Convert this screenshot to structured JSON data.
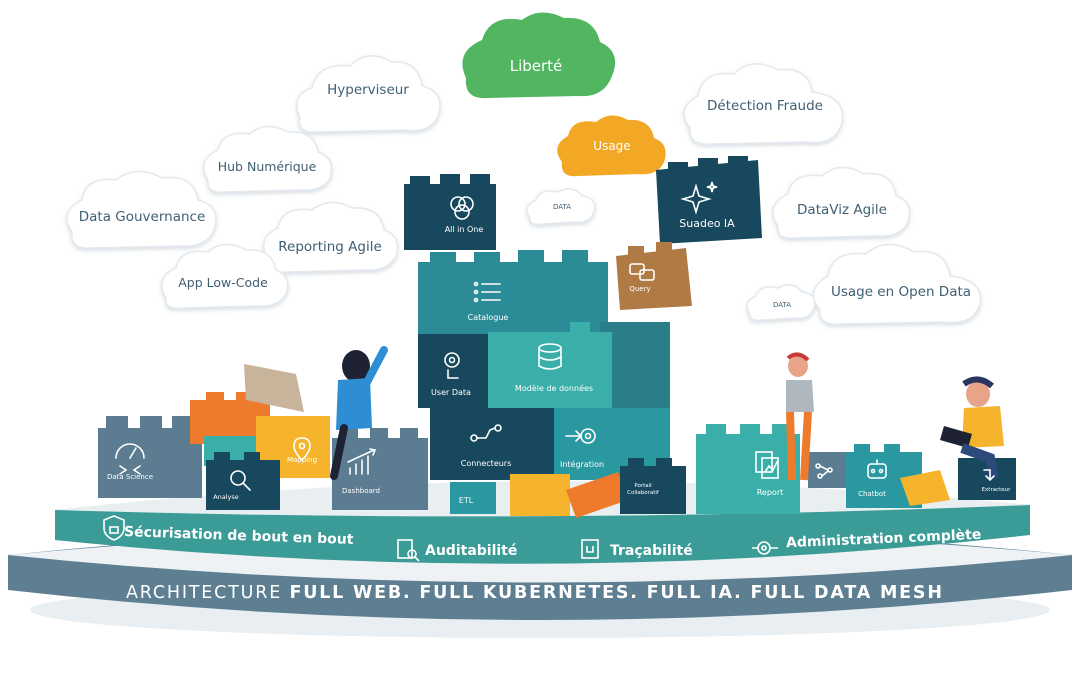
{
  "clouds": {
    "liberte": "Liberté",
    "usage": "Usage",
    "hyperviseur": "Hyperviseur",
    "detection_fraude": "Détection Fraude",
    "hub_numerique": "Hub Numérique",
    "data_gouvernance": "Data Gouvernance",
    "reporting_agile": "Reporting Agile",
    "app_low_code": "App Low-Code",
    "dataviz_agile": "DataViz Agile",
    "usage_open_data": "Usage en Open Data",
    "data_small_1": "DATA",
    "data_small_2": "DATA"
  },
  "bricks": {
    "all_in_one": "All in One",
    "suadeo_ia": "Suadeo IA",
    "query": "Query",
    "catalogue": "Catalogue",
    "user_data": "User Data",
    "modele_donnees": "Modèle de données",
    "connecteurs": "Connecteurs",
    "integration": "Intégration",
    "etl": "ETL",
    "portail_line1": "Portail",
    "portail_line2": "Collaboratif",
    "report": "Report",
    "chatbot": "Chatbot",
    "extracteur": "Extracteur",
    "data_science": "Data Science",
    "analyse": "Analyse",
    "mapping": "Mapping",
    "dashboard": "Dashboard"
  },
  "features": {
    "securisation": "Sécurisation de bout en bout",
    "auditabilite": "Auditabilité",
    "tracabilite": "Traçabilité",
    "administration": "Administration complète"
  },
  "architecture": {
    "prefix": "ARCHITECTURE",
    "suffix": "FULL WEB. FULL KUBERNETES. FULL IA. FULL DATA MESH"
  },
  "colors": {
    "dark_teal": "#17485e",
    "teal": "#2b8c97",
    "mid_teal": "#2a98a0",
    "bright_teal": "#3aafaa",
    "slate": "#5b7c91",
    "green_cloud": "#52b661",
    "orange_cloud": "#f2a824",
    "orange_brick": "#ee7a2b",
    "yellow_brick": "#f5b42c",
    "brown_brick": "#b07a45",
    "platform_teal": "#3b9b97",
    "platform_base": "#5e7f92"
  }
}
